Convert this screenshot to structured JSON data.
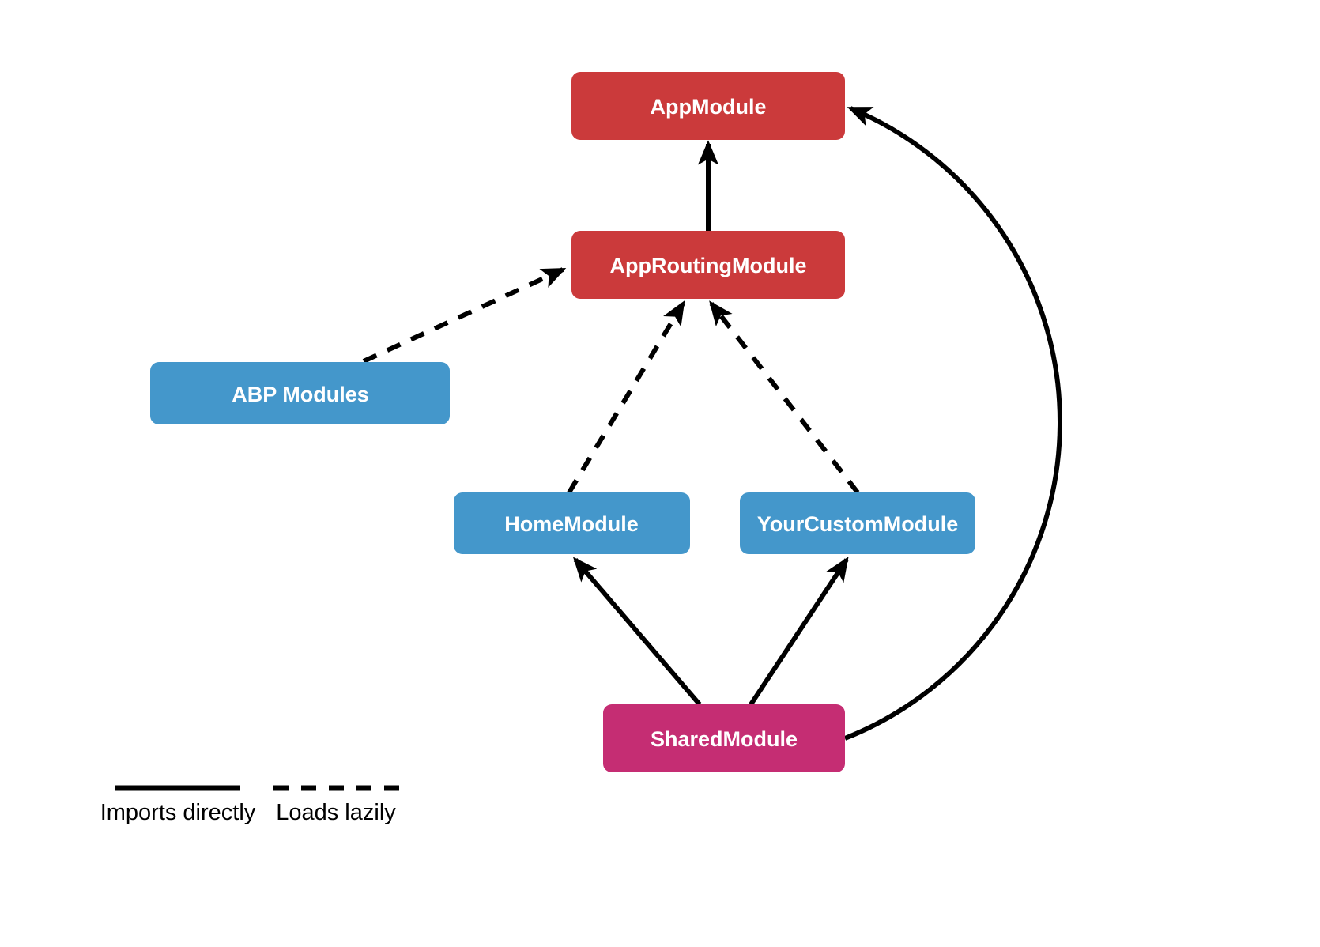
{
  "diagram": {
    "type": "module-dependency-graph",
    "nodes": [
      {
        "id": "app-module",
        "label": "AppModule",
        "color": "#cb3a3b"
      },
      {
        "id": "app-routing-module",
        "label": "AppRoutingModule",
        "color": "#cb3a3b"
      },
      {
        "id": "abp-modules",
        "label": "ABP Modules",
        "color": "#4497cb"
      },
      {
        "id": "home-module",
        "label": "HomeModule",
        "color": "#4497cb"
      },
      {
        "id": "your-custom-module",
        "label": "YourCustomModule",
        "color": "#4497cb"
      },
      {
        "id": "shared-module",
        "label": "SharedModule",
        "color": "#c52d73"
      }
    ],
    "edges": [
      {
        "from": "AppRoutingModule",
        "to": "AppModule",
        "style": "solid"
      },
      {
        "from": "ABP Modules",
        "to": "AppRoutingModule",
        "style": "dashed"
      },
      {
        "from": "HomeModule",
        "to": "AppRoutingModule",
        "style": "dashed"
      },
      {
        "from": "YourCustomModule",
        "to": "AppRoutingModule",
        "style": "dashed"
      },
      {
        "from": "SharedModule",
        "to": "HomeModule",
        "style": "solid"
      },
      {
        "from": "SharedModule",
        "to": "YourCustomModule",
        "style": "solid"
      },
      {
        "from": "SharedModule",
        "to": "AppModule",
        "style": "solid"
      }
    ],
    "legend": {
      "items": [
        {
          "style": "solid",
          "label": "Imports directly"
        },
        {
          "style": "dashed",
          "label": "Loads lazily"
        }
      ]
    },
    "colors": {
      "arrow": "#000000",
      "background": "#ffffff",
      "node_text": "#ffffff"
    }
  }
}
